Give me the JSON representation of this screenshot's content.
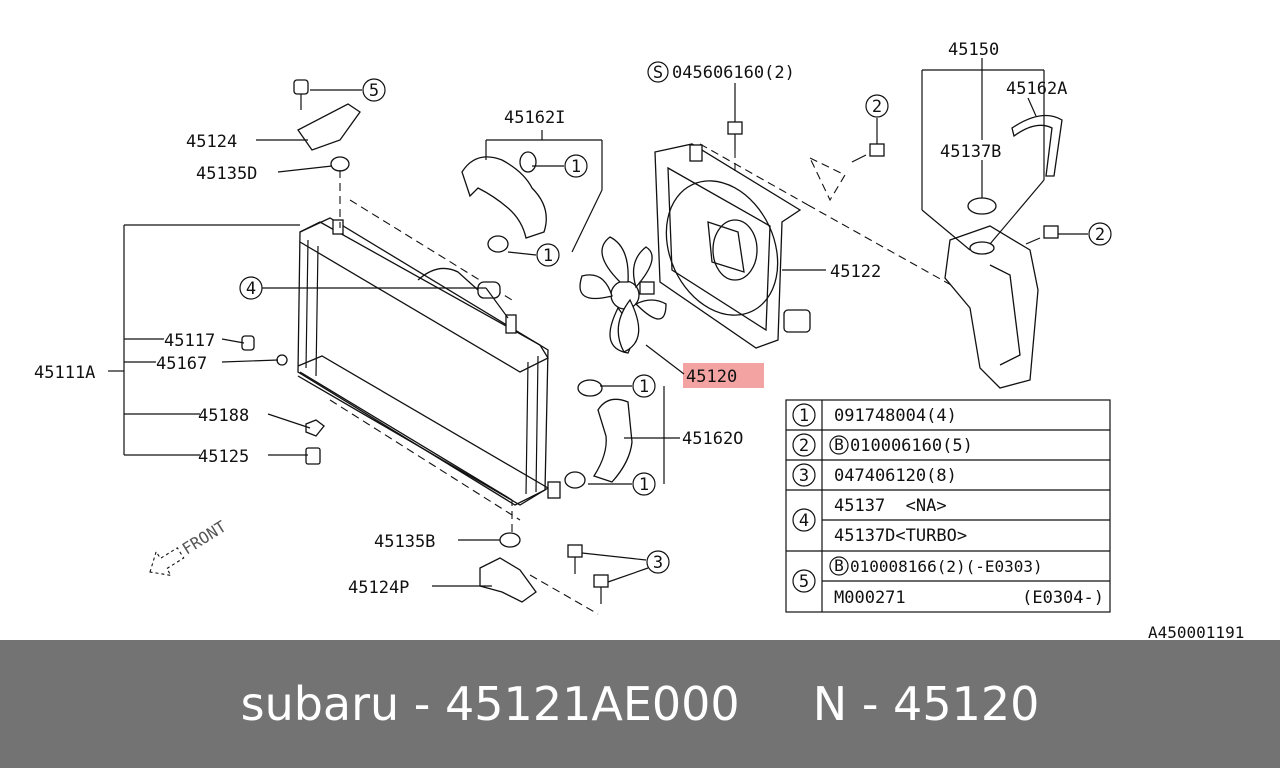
{
  "highlight_color": "#f4a3a3",
  "footer_bg": "#737373",
  "labels": {
    "p45150": "45150",
    "p45162A": "45162A",
    "p45137B": "45137B",
    "s_bolt": "045606160(2)",
    "s_mark": "S",
    "p45162I": "45162I",
    "p45124": "45124",
    "p45135D": "45135D",
    "p45122": "45122",
    "p45117": "45117",
    "p45167": "45167",
    "p45111A": "45111A",
    "p45120": "45120",
    "p45188": "45188",
    "p45125": "45125",
    "p45162O": "45162O",
    "p45135B": "45135B",
    "p45124P": "45124P",
    "ref": "A450001191",
    "front": "FRONT"
  },
  "callouts": [
    "1",
    "2",
    "3",
    "4",
    "5"
  ],
  "legend": {
    "rows": [
      {
        "num": "1",
        "text": "091748004(4)",
        "mark": ""
      },
      {
        "num": "2",
        "text": "010006160(5)",
        "mark": "B"
      },
      {
        "num": "3",
        "text": "047406120(8)",
        "mark": ""
      },
      {
        "num": "4",
        "text": "45137  <NA>",
        "mark": ""
      },
      {
        "num": "",
        "text": "45137D<TURBO>",
        "mark": ""
      },
      {
        "num": "5",
        "text": "010008166(2)(-E0303)",
        "mark": "B"
      },
      {
        "num": "",
        "text": "M000271",
        "mark": "",
        "right": "(E0304-)"
      }
    ]
  },
  "footer": {
    "text": "subaru - 45121AE000     N - 45120"
  }
}
